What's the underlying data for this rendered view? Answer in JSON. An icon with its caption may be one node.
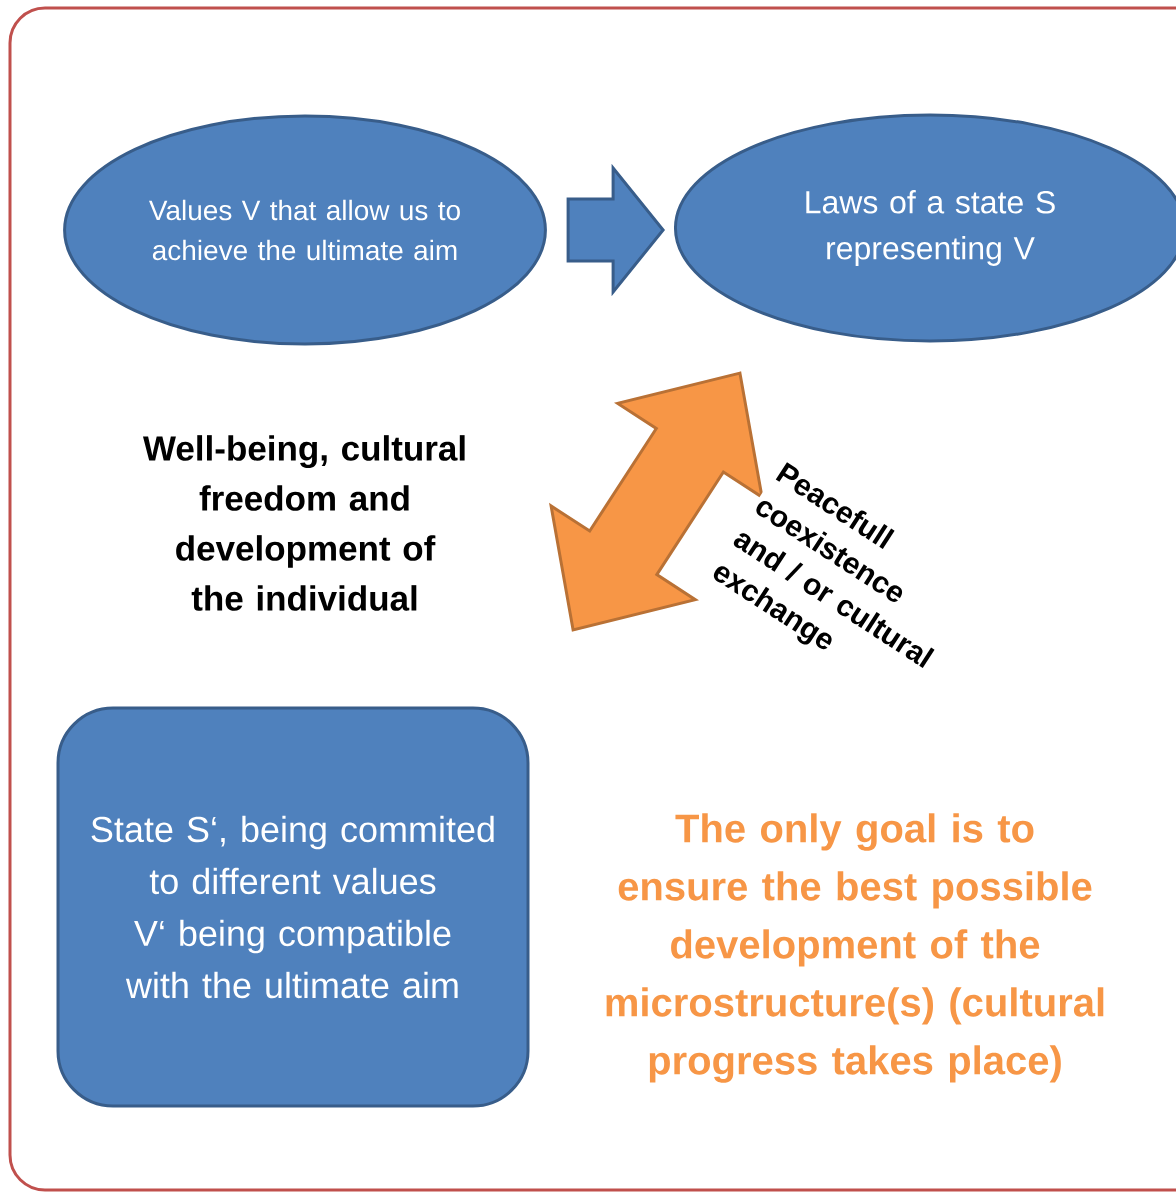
{
  "diagram": {
    "nodes": [
      {
        "text": [
          "Values V that allow us to achieve the ultimate aim"
        ]
      },
      {
        "text": [
          "Laws of a state S representing V"
        ]
      },
      {
        "text": [
          "State S‘, being commited to different values V‘ being compatible with the ultimate aim"
        ]
      }
    ],
    "edges": [
      {
        "from": 0,
        "to": 1,
        "arrow": "to"
      },
      {
        "from": 1,
        "to": 2,
        "arrow": "both",
        "label": "Peacefull coexistence and / or cultural exchange",
        "color": "#f79646"
      }
    ],
    "labels": [
      "Well-being, cultural freedom and development of the individual",
      "The only goal is to ensure the best possible development of the microstructure(s) (cultural progress takes place)"
    ]
  }
}
